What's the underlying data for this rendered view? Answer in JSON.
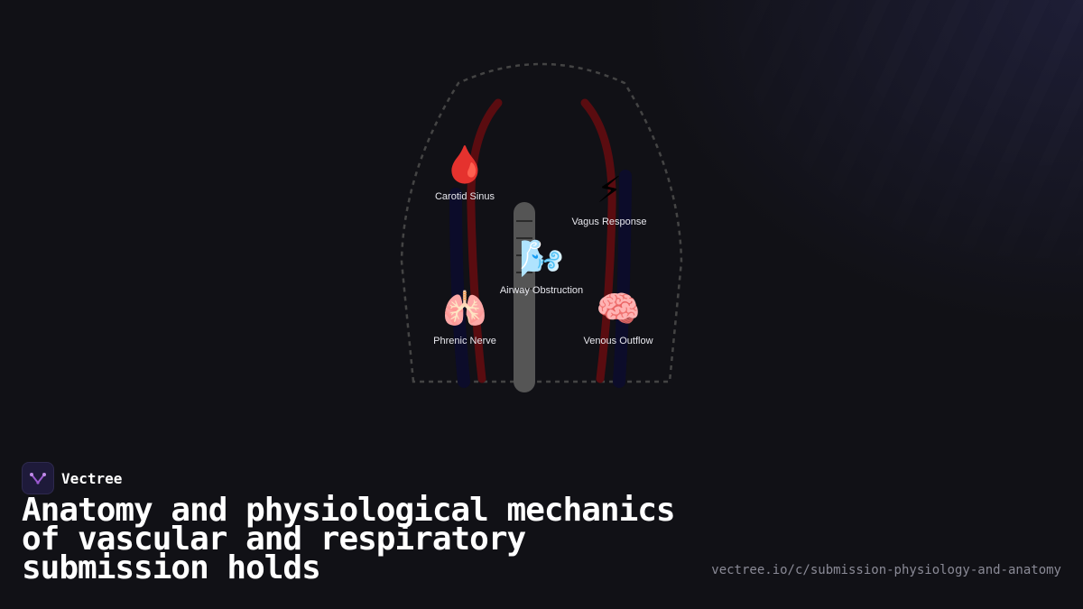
{
  "diagram": {
    "markers": [
      {
        "id": "carotid-sinus",
        "icon": "blood-drop-icon",
        "emoji": "🩸",
        "label": "Carotid Sinus"
      },
      {
        "id": "vagus-response",
        "icon": "lightning-icon",
        "emoji": "⚡",
        "label": "Vagus Response"
      },
      {
        "id": "airway-obstruction",
        "icon": "breath-icon",
        "emoji": "🌬️",
        "label": "Airway Obstruction"
      },
      {
        "id": "phrenic-nerve",
        "icon": "lungs-icon",
        "emoji": "🫁",
        "label": "Phrenic Nerve"
      },
      {
        "id": "venous-outflow",
        "icon": "brain-icon",
        "emoji": "🧠",
        "label": "Venous Outflow"
      }
    ],
    "colors": {
      "artery": "#5a0c10",
      "vein": "#0c0c2a",
      "trachea": "#555555",
      "outline": "#444444"
    }
  },
  "brand": {
    "name": "Vectree",
    "icon": "vectree-logo-icon",
    "accent": "#9b59d0"
  },
  "title": "Anatomy and physiological mechanics of vascular and respiratory submission holds",
  "url": "vectree.io/c/submission-physiology-and-anatomy"
}
